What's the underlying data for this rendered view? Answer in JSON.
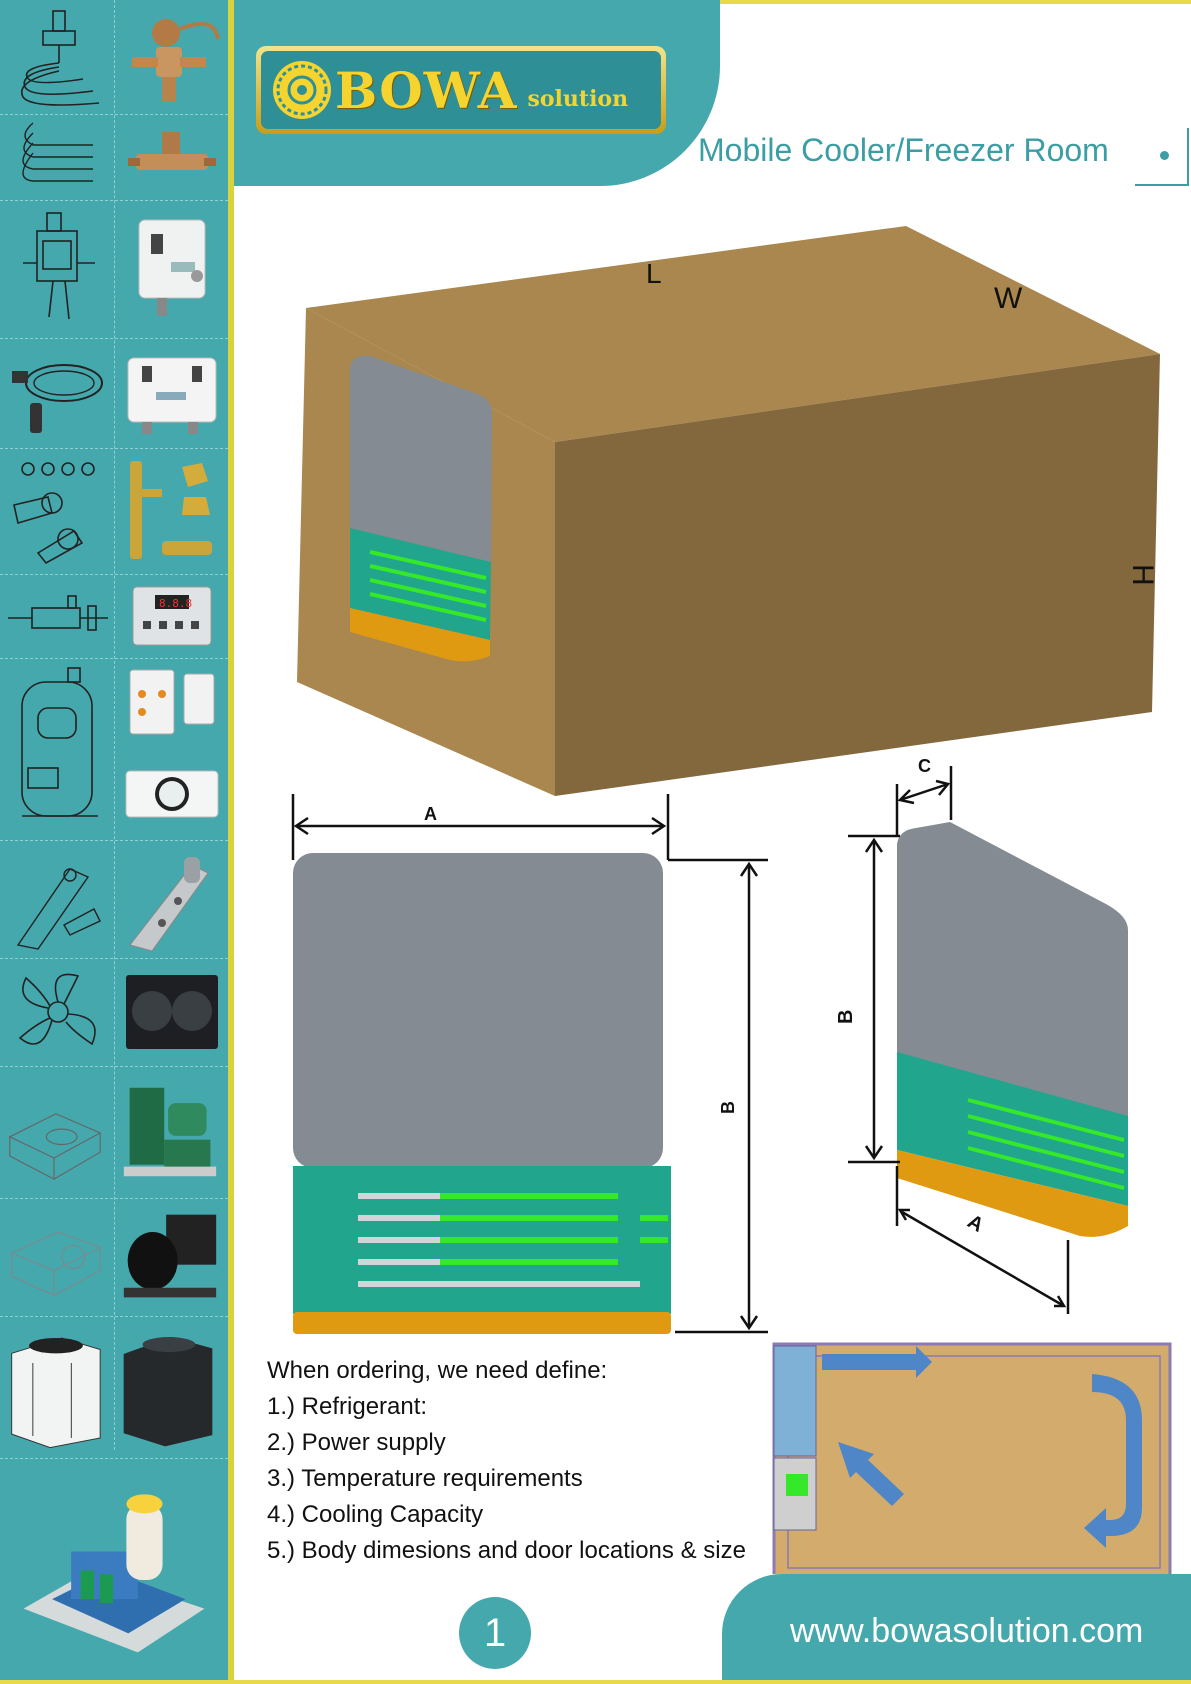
{
  "header": {
    "brand_word": "BOWA",
    "brand_suffix": "solution",
    "tagline": "Mobile Cooler/Freezer Room"
  },
  "sidebar": {
    "items": [
      {
        "icon": "expansion-valve-drawing-icon"
      },
      {
        "icon": "thermal-expansion-valve-icon"
      },
      {
        "icon": "tube-coil-drawing-icon"
      },
      {
        "icon": "solenoid-valve-icon"
      },
      {
        "icon": "valve-assembly-drawing-icon"
      },
      {
        "icon": "pressure-switch-icon"
      },
      {
        "icon": "capillary-tube-icon"
      },
      {
        "icon": "dual-pressure-switch-icon"
      },
      {
        "icon": "sight-glass-drawing-icon"
      },
      {
        "icon": "brass-fittings-icon"
      },
      {
        "icon": "filter-drier-drawing-icon"
      },
      {
        "icon": "digital-controller-icon"
      },
      {
        "icon": "scroll-compressor-drawing-icon"
      },
      {
        "icon": "protection-relays-icon"
      },
      {
        "icon": "unit-cooler-icon"
      },
      {
        "icon": "door-hinge-drawing-icon"
      },
      {
        "icon": "door-hinge-icon"
      },
      {
        "icon": "axial-fan-drawing-icon"
      },
      {
        "icon": "condenser-coil-icon"
      },
      {
        "icon": "condensing-unit-drawing-icon"
      },
      {
        "icon": "condensing-unit-icon"
      },
      {
        "icon": "hermetic-compressor-drawing-icon"
      },
      {
        "icon": "compressor-unit-icon"
      },
      {
        "icon": "outdoor-unit-icon"
      },
      {
        "icon": "air-cooled-unit-icon"
      },
      {
        "icon": "rack-system-icon"
      }
    ]
  },
  "diagram": {
    "room_label_length": "L",
    "room_label_width": "W",
    "room_label_height": "H",
    "front_label_a": "A",
    "front_label_b": "B",
    "side_label_a": "A",
    "side_label_b": "B",
    "side_label_c": "C"
  },
  "ordering": {
    "heading": "When ordering, we need define:",
    "items": [
      "1.) Refrigerant:",
      "2.) Power supply",
      "3.) Temperature requirements",
      "4.) Cooling Capacity",
      "5.) Body dimesions and door locations & size"
    ]
  },
  "footer": {
    "page_number": "1",
    "website": "www.bowasolution.com"
  },
  "colors": {
    "teal": "#45a8ad",
    "gold": "#f5d430",
    "room_tan": "#a9874e",
    "unit_grey": "#858b93",
    "grille_teal": "#22a58d",
    "grille_green": "#35e82a",
    "base_orange": "#e09a12"
  }
}
